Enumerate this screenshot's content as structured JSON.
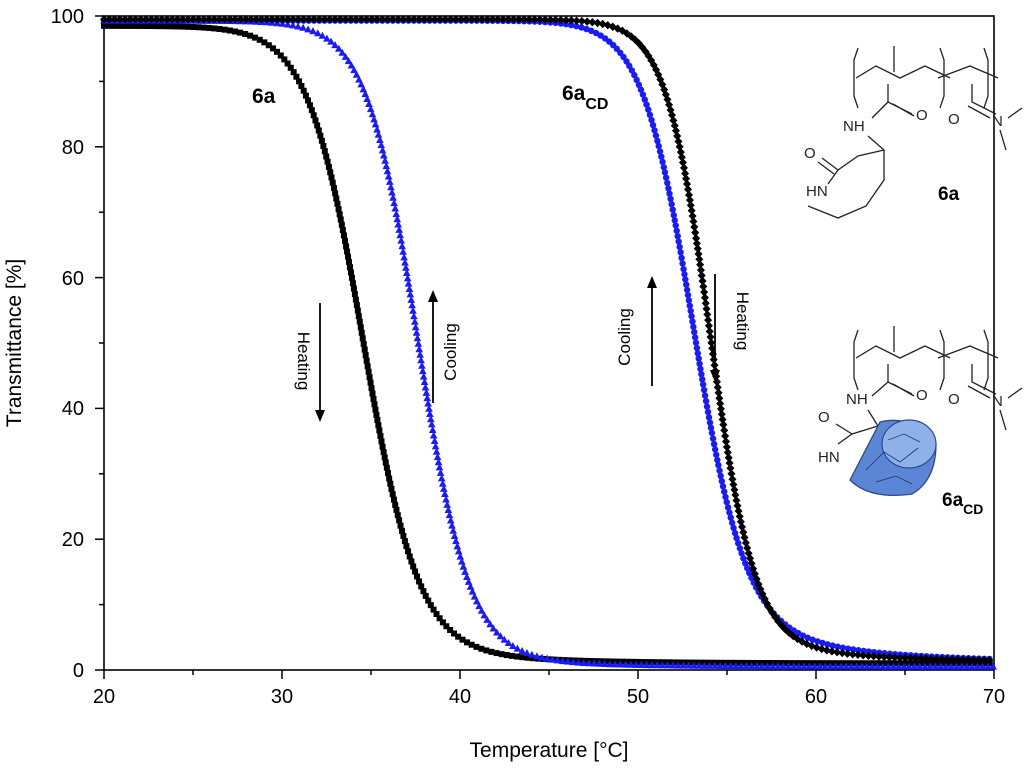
{
  "chart_data": {
    "type": "scatter",
    "xlabel": "Temperature [°C]",
    "ylabel": "Transmittance [%]",
    "xlim": [
      20,
      70
    ],
    "ylim": [
      0,
      100
    ],
    "x_ticks": [
      "20",
      "30",
      "40",
      "50",
      "60",
      "70"
    ],
    "y_ticks": [
      "0",
      "20",
      "40",
      "60",
      "80",
      "100"
    ],
    "grid": false,
    "series": [
      {
        "marker": "square",
        "color": "#000000",
        "kind": "heating",
        "tm": 34.5,
        "k": 1.55,
        "hi": 98.5,
        "lo": 1.0,
        "tail": 3.0
      },
      {
        "marker": "triangle",
        "color": "#1a1aff",
        "kind": "cooling",
        "tm": 37.6,
        "k": 1.45,
        "hi": 99.3,
        "lo": 0.5,
        "tail": 2.0
      },
      {
        "marker": "circle",
        "color": "#1a1aff",
        "kind": "cooling",
        "tm": 53.0,
        "k": 1.45,
        "hi": 99.3,
        "lo": 1.2,
        "tail": 8.0
      },
      {
        "marker": "diamond",
        "color": "#000000",
        "kind": "heating",
        "tm": 54.0,
        "k": 1.25,
        "hi": 99.5,
        "lo": 1.2,
        "tail": 4.0
      }
    ]
  },
  "labels": {
    "series_6a": "6a",
    "series_6acd_main": "6a",
    "series_6acd_sub": "CD",
    "heating": "Heating",
    "cooling": "Cooling"
  },
  "structures": {
    "s1_label": "6a",
    "s2_label_main": "6a",
    "s2_label_sub": "CD",
    "nh": "NH",
    "hn": "HN",
    "o": "O",
    "n": "N"
  }
}
